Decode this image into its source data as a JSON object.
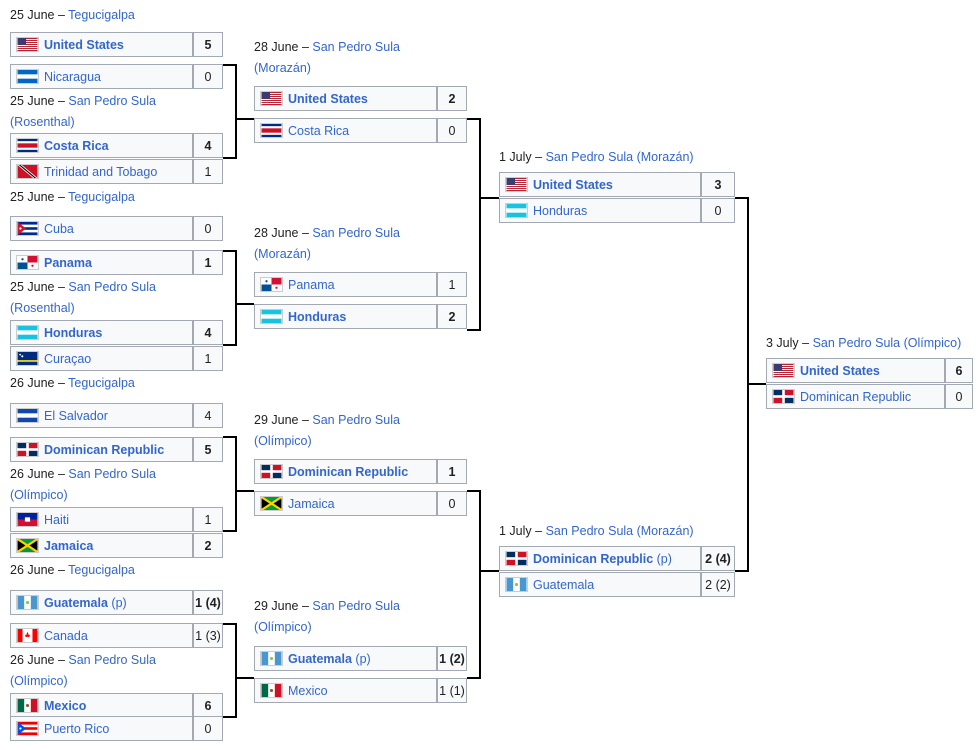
{
  "round1": [
    {
      "date": "25 June",
      "venue": "Tegucigalpa",
      "venue_line2": "",
      "team1": {
        "name": "United States",
        "flag": "usa",
        "score": "5",
        "win": true
      },
      "team2": {
        "name": "Nicaragua",
        "flag": "nicaragua",
        "score": "0",
        "win": false
      }
    },
    {
      "date": "25 June",
      "venue": "San Pedro Sula",
      "venue_line2": "(Rosenthal)",
      "team1": {
        "name": "Costa Rica",
        "flag": "costa-rica",
        "score": "4",
        "win": true
      },
      "team2": {
        "name": "Trinidad and Tobago",
        "flag": "trinidad",
        "score": "1",
        "win": false
      }
    },
    {
      "date": "25 June",
      "venue": "Tegucigalpa",
      "venue_line2": "",
      "team1": {
        "name": "Cuba",
        "flag": "cuba",
        "score": "0",
        "win": false
      },
      "team2": {
        "name": "Panama",
        "flag": "panama",
        "score": "1",
        "win": true
      }
    },
    {
      "date": "25 June",
      "venue": "San Pedro Sula",
      "venue_line2": "(Rosenthal)",
      "team1": {
        "name": "Honduras",
        "flag": "honduras",
        "score": "4",
        "win": true
      },
      "team2": {
        "name": "Curaçao",
        "flag": "curacao",
        "score": "1",
        "win": false
      }
    },
    {
      "date": "26 June",
      "venue": "Tegucigalpa",
      "venue_line2": "",
      "team1": {
        "name": "El Salvador",
        "flag": "el-salvador",
        "score": "4",
        "win": false
      },
      "team2": {
        "name": "Dominican Republic",
        "flag": "dominican-republic",
        "score": "5",
        "win": true
      }
    },
    {
      "date": "26 June",
      "venue": "San Pedro Sula",
      "venue_line2": "(Olímpico)",
      "team1": {
        "name": "Haiti",
        "flag": "haiti",
        "score": "1",
        "win": false
      },
      "team2": {
        "name": "Jamaica",
        "flag": "jamaica",
        "score": "2",
        "win": true
      }
    },
    {
      "date": "26 June",
      "venue": "Tegucigalpa",
      "venue_line2": "",
      "team1": {
        "name": "Guatemala",
        "flag": "guatemala",
        "score": "1 (4)",
        "win": true,
        "pen": "(p)"
      },
      "team2": {
        "name": "Canada",
        "flag": "canada",
        "score": "1 (3)",
        "win": false
      }
    },
    {
      "date": "26 June",
      "venue": "San Pedro Sula",
      "venue_line2": "(Olímpico)",
      "team1": {
        "name": "Mexico",
        "flag": "mexico",
        "score": "6",
        "win": true
      },
      "team2": {
        "name": "Puerto Rico",
        "flag": "puerto-rico",
        "score": "0",
        "win": false
      }
    }
  ],
  "quarterfinals": [
    {
      "date": "28 June",
      "venue": "San Pedro Sula",
      "venue_line2": "(Morazán)",
      "team1": {
        "name": "United States",
        "flag": "usa",
        "score": "2",
        "win": true
      },
      "team2": {
        "name": "Costa Rica",
        "flag": "costa-rica",
        "score": "0",
        "win": false
      }
    },
    {
      "date": "28 June",
      "venue": "San Pedro Sula",
      "venue_line2": "(Morazán)",
      "team1": {
        "name": "Panama",
        "flag": "panama",
        "score": "1",
        "win": false
      },
      "team2": {
        "name": "Honduras",
        "flag": "honduras",
        "score": "2",
        "win": true
      }
    },
    {
      "date": "29 June",
      "venue": "San Pedro Sula",
      "venue_line2": "(Olímpico)",
      "team1": {
        "name": "Dominican Republic",
        "flag": "dominican-republic",
        "score": "1",
        "win": true
      },
      "team2": {
        "name": "Jamaica",
        "flag": "jamaica",
        "score": "0",
        "win": false
      }
    },
    {
      "date": "29 June",
      "venue": "San Pedro Sula",
      "venue_line2": "(Olímpico)",
      "team1": {
        "name": "Guatemala",
        "flag": "guatemala",
        "score": "1 (2)",
        "win": true,
        "pen": "(p)"
      },
      "team2": {
        "name": "Mexico",
        "flag": "mexico",
        "score": "1 (1)",
        "win": false
      }
    }
  ],
  "semifinals": [
    {
      "date": "1 July",
      "venue": "San Pedro Sula (Morazán)",
      "venue_line2": "",
      "team1": {
        "name": "United States",
        "flag": "usa",
        "score": "3",
        "win": true
      },
      "team2": {
        "name": "Honduras",
        "flag": "honduras",
        "score": "0",
        "win": false
      }
    },
    {
      "date": "1 July",
      "venue": "San Pedro Sula (Morazán)",
      "venue_line2": "",
      "team1": {
        "name": "Dominican Republic",
        "flag": "dominican-republic",
        "score": "2 (4)",
        "win": true,
        "pen": "(p)"
      },
      "team2": {
        "name": "Guatemala",
        "flag": "guatemala",
        "score": "2 (2)",
        "win": false
      }
    }
  ],
  "final": [
    {
      "date": "3 July",
      "venue": "San Pedro Sula (Olímpico)",
      "venue_line2": "",
      "team1": {
        "name": "United States",
        "flag": "usa",
        "score": "6",
        "win": true
      },
      "team2": {
        "name": "Dominican Republic",
        "flag": "dominican-republic",
        "score": "0",
        "win": false
      }
    }
  ],
  "separator": " – "
}
